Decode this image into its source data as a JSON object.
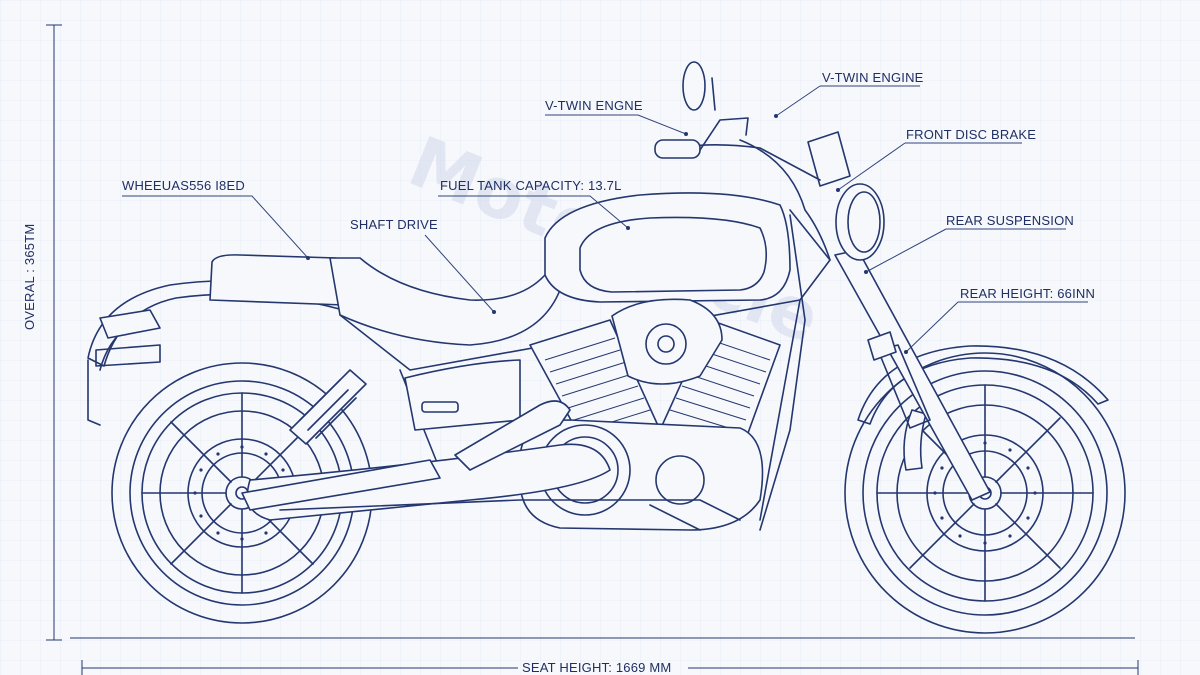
{
  "labels": {
    "vtwin_engine_top": "V-TWIN ENGINE",
    "vtwin_engine_left": "V-TWIN ENGNE",
    "front_disc_brake": "FRONT DISC BRAKE",
    "wheelbase": "WHEEUAS556 I8ED",
    "fuel_tank": "FUEL TANK CAPACITY: 13.7L",
    "shaft_drive": "SHAFT DRIVE",
    "rear_suspension": "REAR SUSPENSION",
    "rear_height": "REAR HEIGHT: 66INN",
    "seat_height": "SEAT HEIGHT: 1669 MM",
    "overall": "OVERAL : 365TM"
  },
  "watermark": "Motorcycle",
  "colors": {
    "line": "#24376f",
    "background": "#f6f8fc",
    "grid": "#dde4f1"
  }
}
